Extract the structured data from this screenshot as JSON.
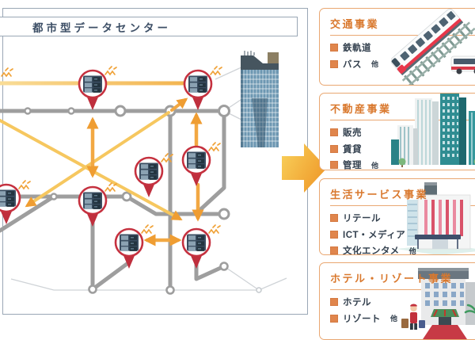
{
  "panel": {
    "title": "都市型データセンター"
  },
  "cards": [
    {
      "title": "交通事業",
      "items": [
        {
          "label": "鉄軌道",
          "suffix": ""
        },
        {
          "label": "バス",
          "suffix": "他"
        }
      ]
    },
    {
      "title": "不動産事業",
      "items": [
        {
          "label": "販売",
          "suffix": ""
        },
        {
          "label": "賃貸",
          "suffix": ""
        },
        {
          "label": "管理",
          "suffix": "他"
        }
      ]
    },
    {
      "title": "生活サービス事業",
      "items": [
        {
          "label": "リテール",
          "suffix": ""
        },
        {
          "label": "ICT・メディア",
          "suffix": ""
        },
        {
          "label": "文化エンタメ",
          "suffix": "他"
        }
      ]
    },
    {
      "title": "ホテル・リゾート事業",
      "items": [
        {
          "label": "ホテル",
          "suffix": ""
        },
        {
          "label": "リゾート",
          "suffix": "他"
        }
      ]
    }
  ],
  "colors": {
    "accent_orange": "#d9782d",
    "card_border": "#e9a771",
    "bullet_orange": "#e0854c",
    "pin_red": "#c5313f",
    "rail_gray": "#9e9e9e",
    "arrow_orange": "#f0a238",
    "arrow_yellow": "#f8d471",
    "title_navy": "#3d4f66",
    "panel_border": "#9aa7b5",
    "item_text": "#33404e"
  },
  "icons": {
    "datacenter-pin": "red map pin containing server rack",
    "wireless-signal": "orange zigzag spark",
    "skyscraper": "blue high-rise office building",
    "flow-arrow": "large orange arrow pointing right",
    "station-node": "white circle with gray ring",
    "train": "isometric red-striped commuter train",
    "bus": "small white bus with red stripe",
    "office-buildings": "teal and white towers",
    "retail-store": "white store with pink banners and awning",
    "hotel": "hotel with bellhop, luggage and palm trees"
  }
}
